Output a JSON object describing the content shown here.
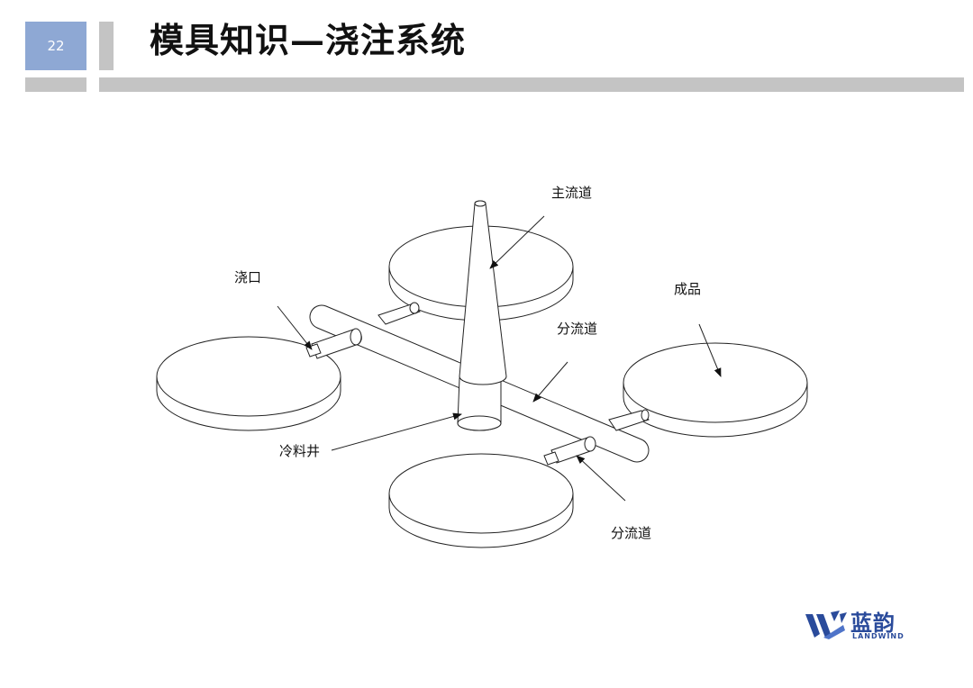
{
  "header": {
    "page_number": "22",
    "title": "模具知识—浇注系统"
  },
  "diagram": {
    "labels": {
      "main_runner": "主流道",
      "gate": "浇口",
      "product": "成品",
      "branch_runner_top": "分流道",
      "cold_slug_well": "冷料井",
      "branch_runner_bottom": "分流道"
    }
  },
  "logo": {
    "name_cn": "蓝韵",
    "name_en": "LANDWIND",
    "brand_color": "#2a4b9b"
  },
  "colors": {
    "accent_box": "#8ea8d4",
    "rule_gray": "#c4c4c4"
  }
}
